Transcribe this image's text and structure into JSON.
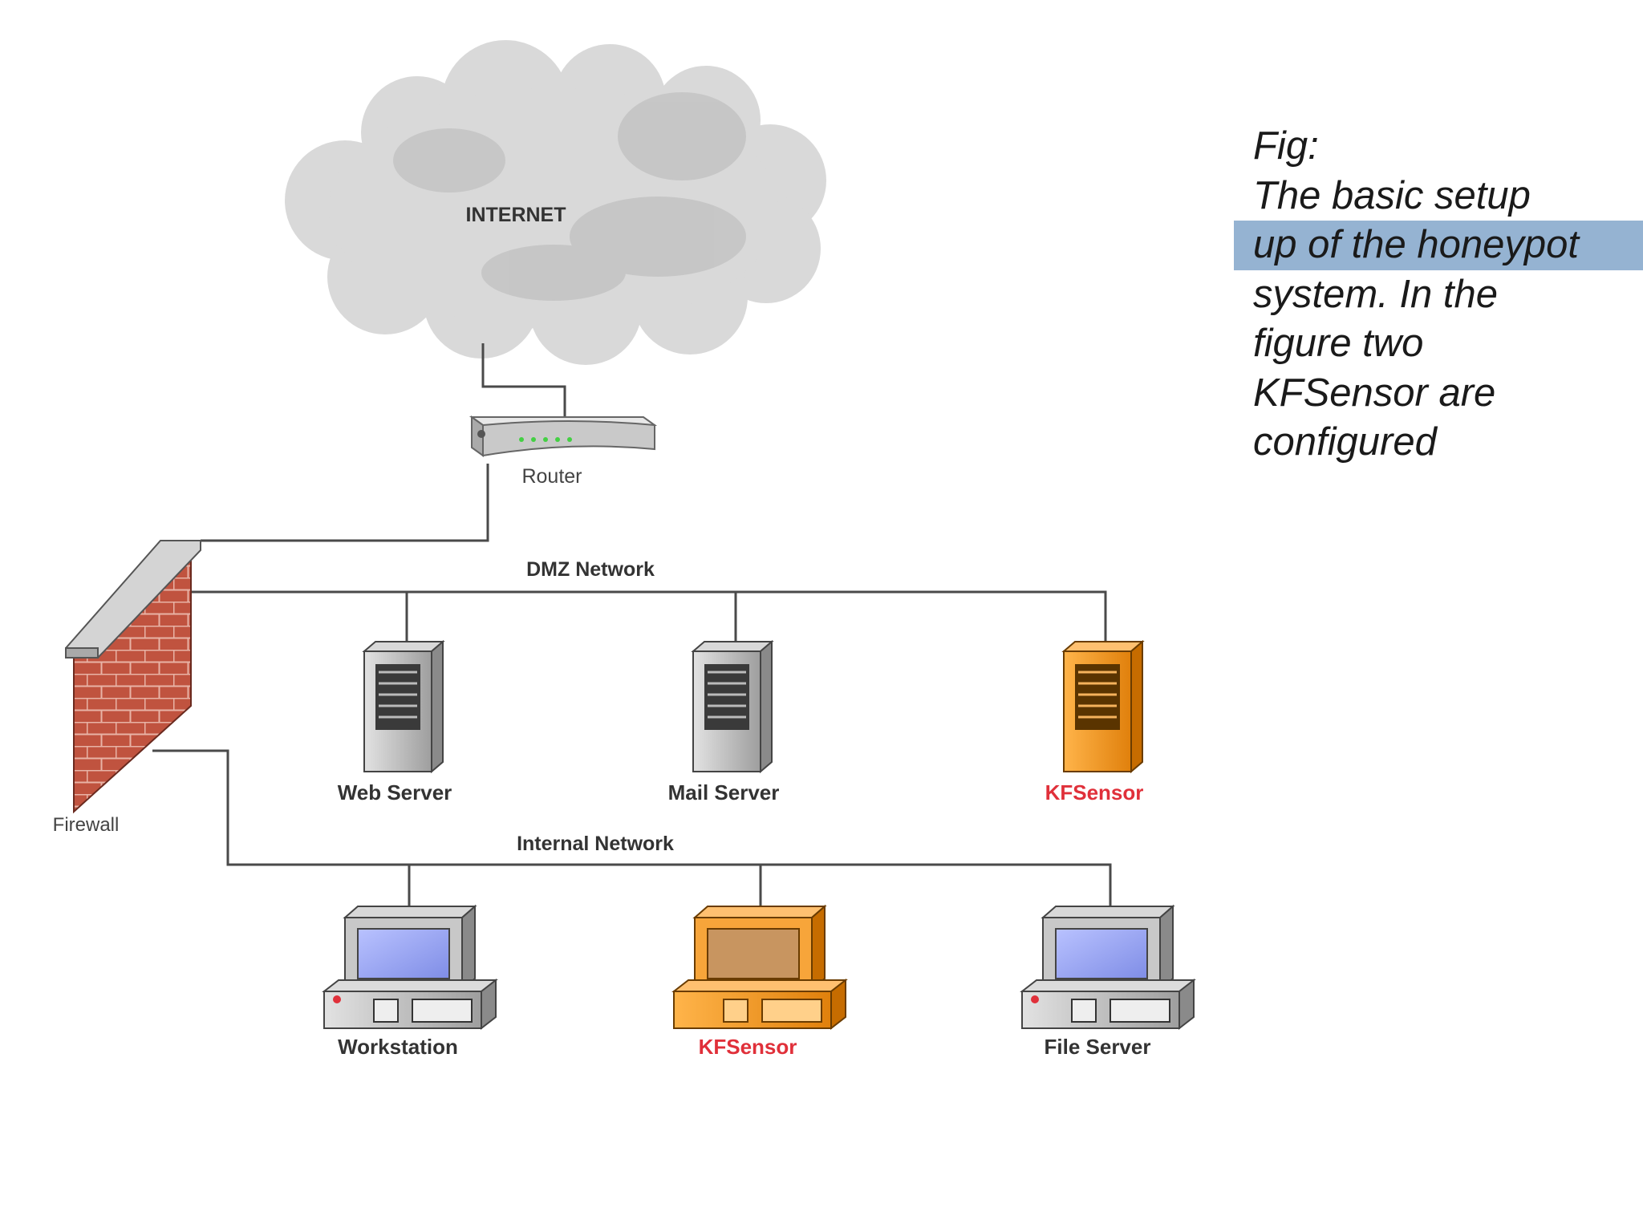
{
  "diagram": {
    "nodes": {
      "internet": "INTERNET",
      "router": "Router",
      "firewall": "Firewall",
      "web_server": "Web Server",
      "mail_server": "Mail Server",
      "kfsensor_dmz": "KFSensor",
      "workstation": "Workstation",
      "kfsensor_internal": "KFSensor",
      "file_server": "File Server"
    },
    "networks": {
      "dmz": "DMZ Network",
      "internal": "Internal Network"
    },
    "colors": {
      "honeypot": "#f39a1e",
      "honeypot_label": "#e0303a",
      "server_gray": "#b8b8b8",
      "screen_blue": "#8f9cf0",
      "brick": "#c0533f",
      "cloud": "#d6d6d6"
    }
  },
  "caption": {
    "lines": [
      "Fig:",
      "The basic setup",
      "up of the honeypot",
      "system. In the",
      "figure two",
      "KFSensor are",
      "configured"
    ],
    "highlight_color": "#95b3d2"
  }
}
